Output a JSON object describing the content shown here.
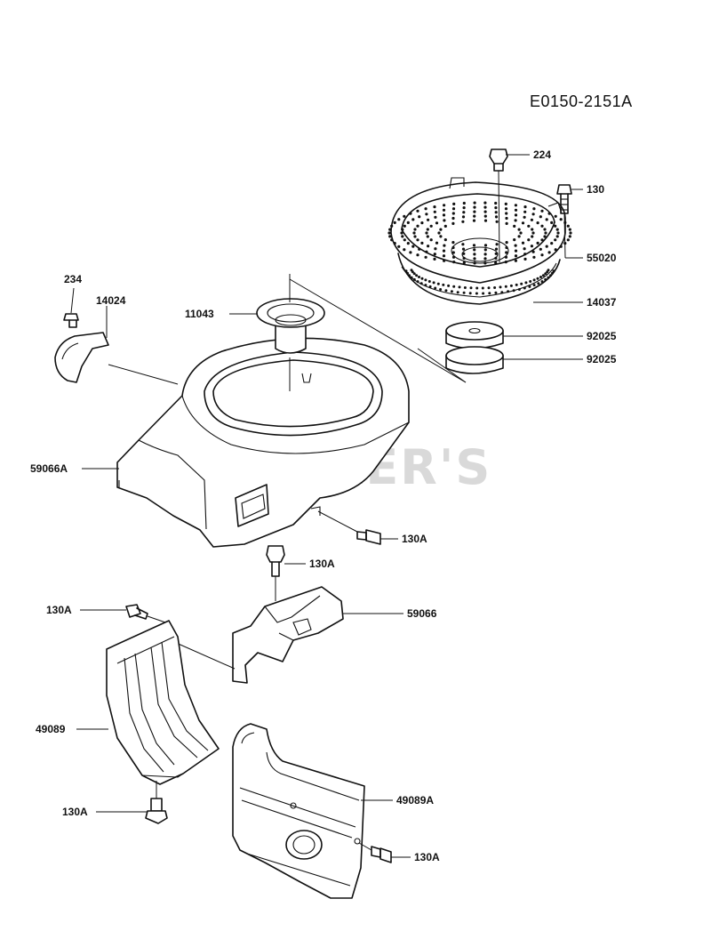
{
  "drawing_number": "E0150-2151A",
  "watermark": "CUTLER'S",
  "callouts": {
    "p224": "224",
    "p130": "130",
    "p55020": "55020",
    "p14037": "14037",
    "p92025_a": "92025",
    "p92025_b": "92025",
    "p11043": "11043",
    "p234": "234",
    "p14024": "14024",
    "p59066A": "59066A",
    "p130A_1": "130A",
    "p130A_2": "130A",
    "p130A_3": "130A",
    "p59066": "59066",
    "p49089": "49089",
    "p130A_4": "130A",
    "p49089A": "49089A",
    "p130A_5": "130A"
  }
}
